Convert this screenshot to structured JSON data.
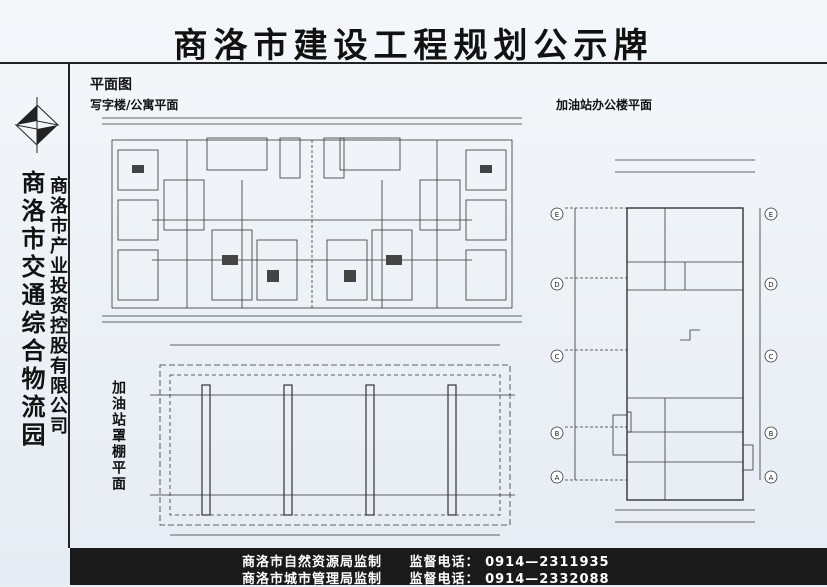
{
  "title": "商洛市建设工程规划公示牌",
  "side_left": "商洛市交通综合物流园",
  "side_right": "商洛市产业投资控股有限公司",
  "section": "平面图",
  "plans": {
    "office": "写字楼/公寓平面",
    "gas_office": "加油站办公楼平面",
    "canopy": "加油站罩棚平面"
  },
  "footer": {
    "row1_org": "商洛市自然资源局监制",
    "row1_phone_label": "监督电话：",
    "row1_phone": "0914—2311935",
    "row2_org": "商洛市城市管理局监制",
    "row2_phone_label": "监督电话：",
    "row2_phone": "0914—2332088"
  },
  "axis_labels": [
    "E",
    "D",
    "C",
    "B",
    "A"
  ],
  "colors": {
    "footer_bg": "#1a1a1a",
    "footer_text": "#ffffff",
    "line": "#222222"
  }
}
